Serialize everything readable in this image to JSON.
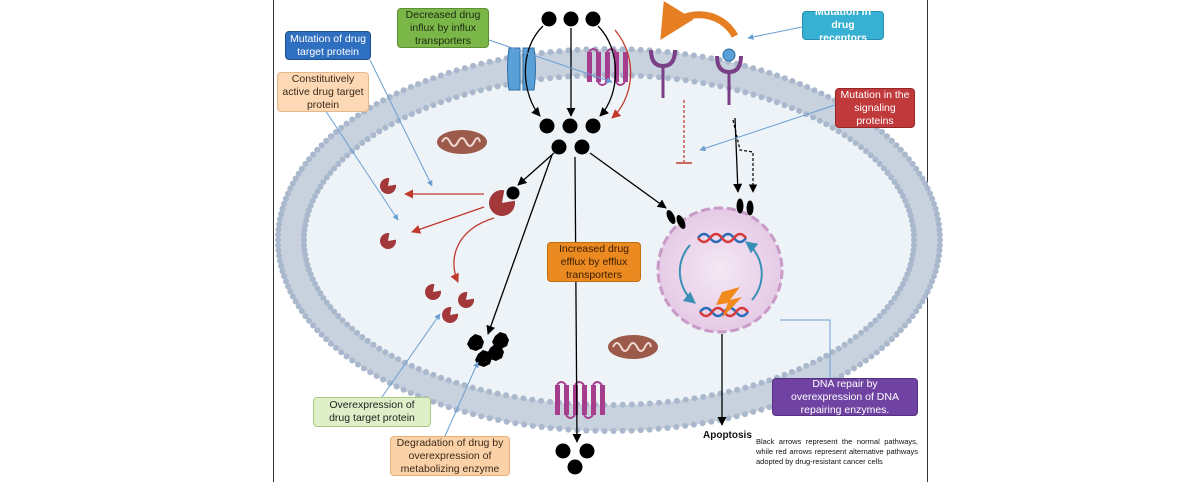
{
  "labels": {
    "decreased_influx": "Decreased drug influx by influx transporters",
    "mutation_receptors": "Mutation in drug receptors",
    "mutation_target": "Mutation of drug target protein",
    "constitutive": "Constitutively active drug target protein",
    "mutation_signaling": "Mutation in the signaling proteins",
    "increased_efflux": "Increased drug efflux by efflux transporters",
    "overexpression_target": "Overexpression of drug target protein",
    "degradation": "Degradation of drug by overexpression of metabolizing enzyme",
    "dna_repair": "DNA repair by overexpression of DNA repairing enzymes.",
    "apoptosis": "Apoptosis",
    "legend_note": "Black arrows represent the normal pathways, while red arrows represent alternative pathways adopted by drug-resistant cancer cells"
  },
  "colors": {
    "membrane_head": "#a9b8cc",
    "membrane_tail": "#c8d2de",
    "cytoplasm": "#eef3f8",
    "nucleus": "#ecd8ec",
    "nucleus_border": "#c79ac7",
    "target_protein": "#a2383a",
    "drug": "#000000",
    "transporter_magenta": "#a63e8e",
    "transporter_blue": "#5aa0d8",
    "receptor": "#7a3f86",
    "alt_arrow": "#c0392b",
    "orange_arrow": "#e67e22",
    "dna_blue": "#2a6cb5",
    "dna_red": "#d63a3a",
    "mito": "#9c5a4b"
  },
  "icons": [
    "mitochondrion-icon",
    "dna-helix-icon",
    "damage-bolt-icon",
    "receptor-icon",
    "transporter-icon",
    "drug-molecule-icon",
    "target-protein-icon"
  ]
}
